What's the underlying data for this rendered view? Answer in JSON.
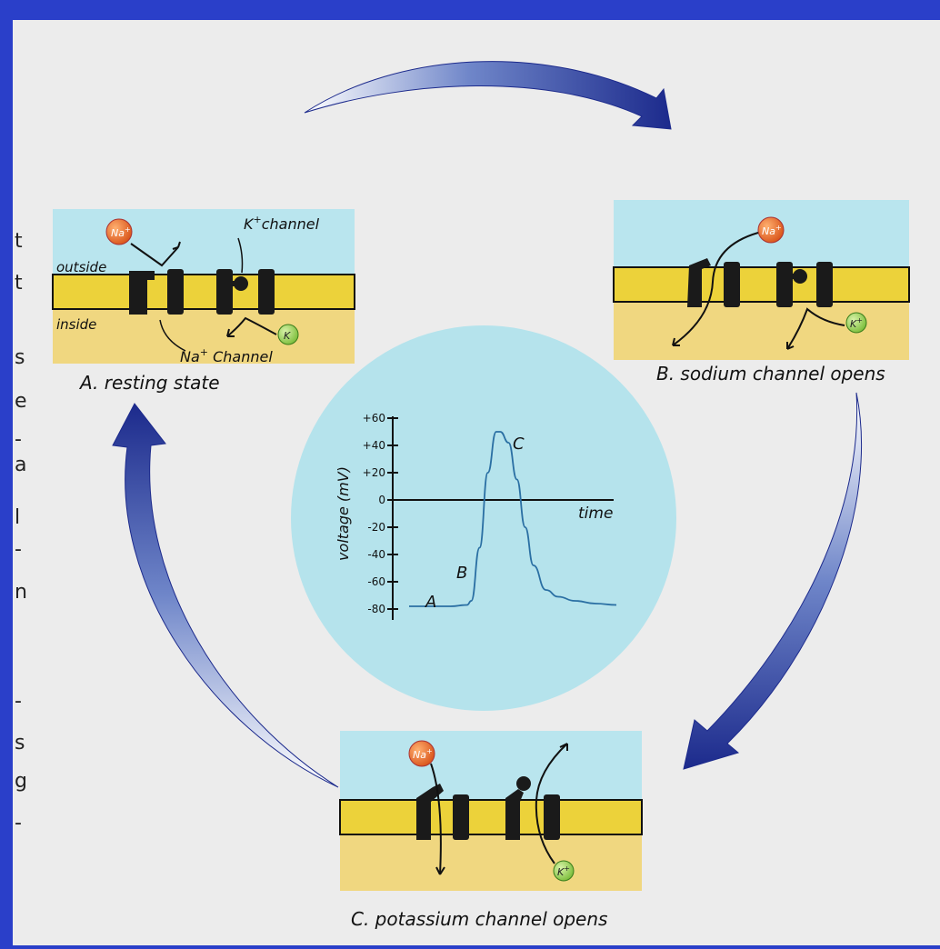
{
  "background": {
    "slide_color": "#2a3fc9",
    "page_color": "#ececec",
    "outside_color": "#b9e5ee",
    "membrane_color": "#ecd23a",
    "inside_color": "#f0d780",
    "circle_color": "#b5e3ec",
    "arrow_dark": "#1c2a8c",
    "arrow_light": "#ffffff"
  },
  "margin_text": [
    "t",
    "t",
    "s",
    "e",
    "-",
    "a",
    "l",
    "-",
    "n",
    "-",
    "s",
    "g",
    "-"
  ],
  "panel_a": {
    "caption": "A. resting state",
    "outside": "outside",
    "inside": "inside",
    "k_channel": "K",
    "k_channel_sup": "+",
    "k_channel_rest": "channel",
    "na_channel": "Na",
    "na_channel_sup": "+",
    "na_channel_rest": " Channel",
    "na_ion": "Na",
    "na_ion_sup": "+",
    "k_ion": "K"
  },
  "panel_b": {
    "caption": "B. sodium channel opens",
    "na_ion": "Na",
    "na_ion_sup": "+",
    "k_ion": "K",
    "k_ion_sup": "+"
  },
  "panel_c": {
    "caption": "C. potassium channel opens",
    "na_ion": "Na",
    "na_ion_sup": "+",
    "k_ion": "K",
    "k_ion_sup": "+"
  },
  "graph": {
    "y_label": "voltage (mV)",
    "x_label": "time",
    "ticks": [
      "+60",
      "+40",
      "+20",
      "0",
      "-20",
      "-40",
      "-60",
      "-80"
    ],
    "tick_values": [
      60,
      40,
      20,
      0,
      -20,
      -40,
      -60,
      -80
    ],
    "point_labels": [
      "A",
      "B",
      "C"
    ]
  },
  "chart_data": {
    "type": "line",
    "title": "",
    "xlabel": "time",
    "ylabel": "voltage (mV)",
    "ylim": [
      -80,
      60
    ],
    "grid": false,
    "series": [
      {
        "values_time": [
          0,
          0.2,
          0.28,
          0.3,
          0.34,
          0.38,
          0.42,
          0.44,
          0.48,
          0.52,
          0.56,
          0.6,
          0.66,
          0.72,
          0.8,
          0.9,
          1.0
        ],
        "values_mV": [
          -78,
          -78,
          -77,
          -74,
          -35,
          20,
          50,
          50,
          42,
          15,
          -20,
          -48,
          -66,
          -71,
          -74,
          -76,
          -77
        ]
      }
    ],
    "annotations": [
      {
        "label": "A",
        "mV": -78
      },
      {
        "label": "B",
        "mV": -60
      },
      {
        "label": "C",
        "mV": 45
      }
    ]
  }
}
